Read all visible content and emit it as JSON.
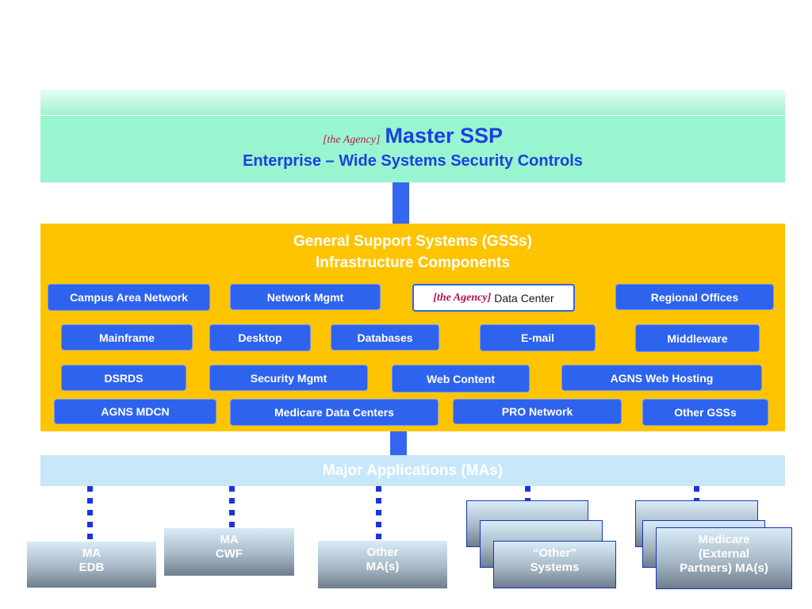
{
  "header": {
    "agency_tag": "[the Agency]",
    "title": "Master SSP",
    "subtitle": "Enterprise – Wide Systems Security Controls"
  },
  "gss": {
    "title_line1": "General Support Systems (GSSs)",
    "title_line2": "Infrastructure Components",
    "components": {
      "campus_area_network": "Campus Area Network",
      "network_mgmt": "Network Mgmt",
      "data_center_tag": "[the Agency]",
      "data_center": "Data Center",
      "regional_offices": "Regional Offices",
      "mainframe": "Mainframe",
      "desktop": "Desktop",
      "databases": "Databases",
      "email": "E-mail",
      "middleware": "Middleware",
      "dsrds": "DSRDS",
      "security_mgmt": "Security Mgmt",
      "web_content": "Web Content",
      "agns_web_hosting": "AGNS Web Hosting",
      "agns_mdcn": "AGNS MDCN",
      "medicare_data_centers": "Medicare Data Centers",
      "pro_network": "PRO Network",
      "other_gsss": "Other GSSs"
    }
  },
  "ma": {
    "title": "Major Applications (MAs)",
    "edb_line1": "MA",
    "edb_line2": "EDB",
    "cwf_line1": "MA",
    "cwf_line2": "CWF",
    "other_line1": "Other",
    "other_line2": "MA(s)",
    "systems_line1": "“Other”",
    "systems_line2": "Systems",
    "medicare_line1": "Medicare",
    "medicare_line2": "(External",
    "medicare_line3": "Partners) MA(s)"
  },
  "colors": {
    "ssp_band": "#98f5cf",
    "gss_panel": "#ffc400",
    "component_button": "#2e63ee",
    "ma_band": "#c9e7fa",
    "connector": "#3566f0",
    "title_blue": "#1d3fe0",
    "agency_tag": "#c0155a"
  }
}
